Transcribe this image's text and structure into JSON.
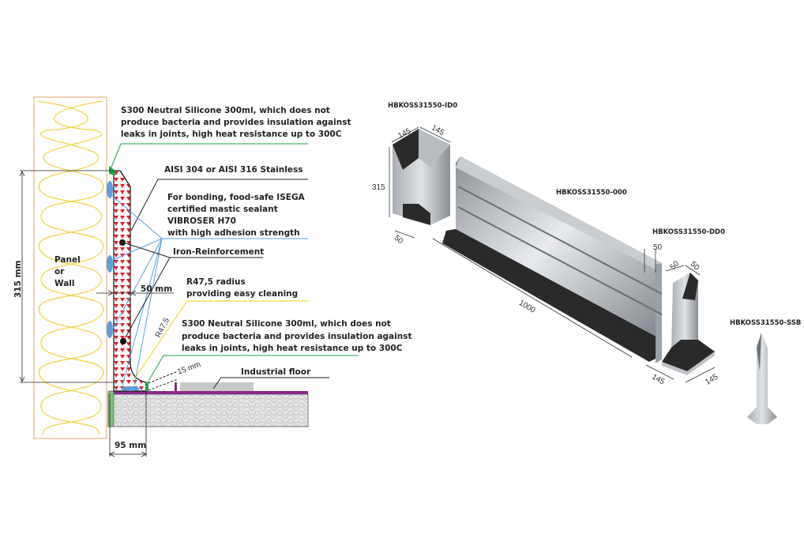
{
  "section": {
    "silicone_top": [
      "S300 Neutral Silicone 300ml, which does not",
      "produce bacteria and provides insulation against",
      "leaks in joints, high heat resistance up to 300C"
    ],
    "stainless": "AISI 304 or AISI 316 Stainless",
    "bonding": [
      "For bonding, food-safe ISEGA",
      "certified mastic sealant",
      "VIBROSER H70",
      "with high adhesion strength"
    ],
    "reinforcement": "Iron-Reinforcement",
    "panel": [
      "Panel",
      "or",
      "Wall"
    ],
    "thickness": "50 mm",
    "radius": [
      "R47,5 radius",
      "providing easy cleaning"
    ],
    "radius_dim": "R47,5",
    "silicone_bottom": [
      "S300 Neutral Silicone 300ml, which does not",
      "produce bacteria and provides insulation against",
      "leaks in joints, high heat resistance up to 300C"
    ],
    "gap": "15 mm",
    "floor": "Industrial floor",
    "height": "315 mm",
    "depth": "95 mm"
  },
  "products": {
    "inner_corner": {
      "code": "HBKOSS31550-ID0",
      "w1": "145",
      "w2": "145",
      "h": "315",
      "base": "50"
    },
    "straight": {
      "code": "HBKOSS31550-000",
      "length": "1000",
      "thickness": "50"
    },
    "outer_corner": {
      "code": "HBKOSS31550-DD0",
      "t1": "50",
      "t2": "50",
      "b1": "145",
      "b2": "145"
    },
    "end": {
      "code": "HBKOSS31550-SSB"
    }
  },
  "colors": {
    "silicone": "#1aa64a",
    "sealant": "#5aa0e0",
    "radius": "#f2d600",
    "profile": "#e0202a",
    "floor_strip": "#8a2a8a"
  }
}
